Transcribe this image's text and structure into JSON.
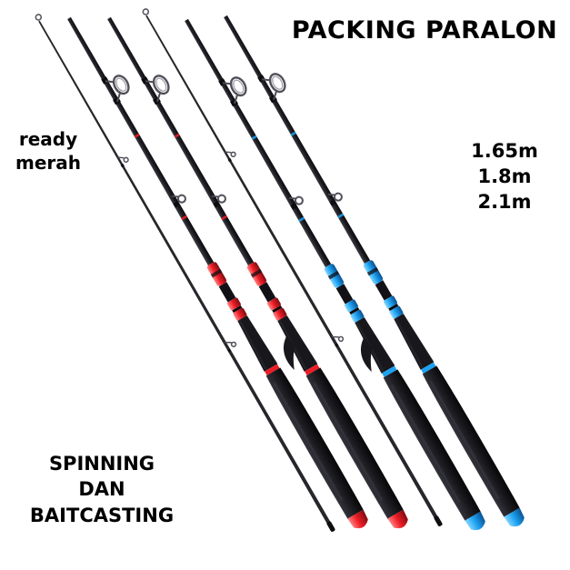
{
  "title": "PACKING PARALON",
  "stock_note": {
    "line1": "ready",
    "line2": "merah"
  },
  "sizes": [
    "1.65m",
    "1.8m",
    "2.1m"
  ],
  "type_note": {
    "line1": "SPINNING",
    "line2": "DAN",
    "line3": "BAITCASTING"
  },
  "colors": {
    "background": "#ffffff",
    "text": "#000000",
    "red_accent": "#ee1c25",
    "blue_accent": "#1da2f2",
    "rod_blank": "#1c1c21",
    "grip_foam": "#1d1d22"
  },
  "rods": [
    {
      "name": "spinning-rod-red",
      "type": "spinning",
      "accent": "red"
    },
    {
      "name": "baitcasting-rod-red",
      "type": "baitcasting",
      "accent": "red"
    },
    {
      "name": "baitcasting-rod-blue",
      "type": "baitcasting",
      "accent": "blue"
    },
    {
      "name": "spinning-rod-blue",
      "type": "spinning",
      "accent": "blue"
    }
  ]
}
